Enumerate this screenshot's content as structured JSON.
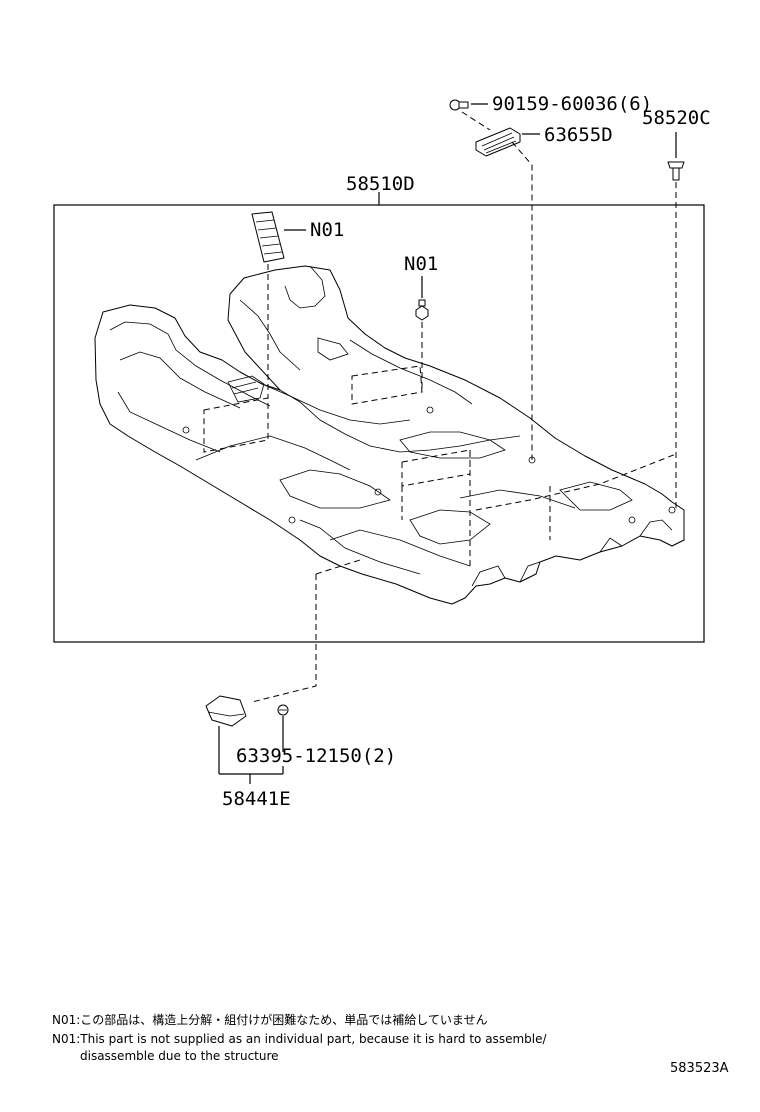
{
  "parts": {
    "p58510D": "58510D",
    "p58520C": "58520C",
    "p63655D": "63655D",
    "p90159": "90159-60036(6)",
    "n01_a": "N01",
    "n01_b": "N01",
    "p63395": "63395-12150(2)",
    "p58441E": "58441E"
  },
  "notes": {
    "jp": "N01:この部品は、構造上分解・組付けが困難なため、単品では補給していません",
    "en_line1": "N01:This part is not supplied as an individual part,  because it is hard to assemble/",
    "en_line2": "disassemble due to the structure"
  },
  "diagram_code": "583523A"
}
